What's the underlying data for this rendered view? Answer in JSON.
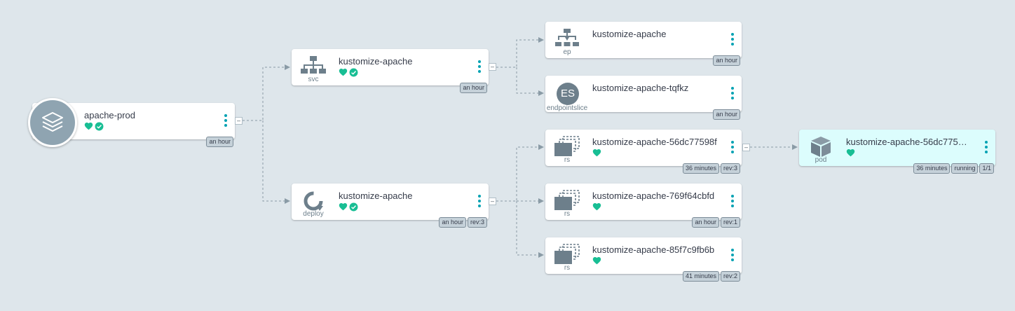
{
  "colors": {
    "background": "#dee6eb",
    "healthy": "#18be94",
    "menu": "#00a2b3",
    "icon": "#6d7f8b"
  },
  "nodes": {
    "app": {
      "name": "apache-prod",
      "icon": "layers-icon",
      "badges": [
        "an hour"
      ]
    },
    "svc": {
      "name": "kustomize-apache",
      "kind": "svc",
      "icon": "network-icon",
      "badges": [
        "an hour"
      ]
    },
    "deploy": {
      "name": "kustomize-apache",
      "kind": "deploy",
      "icon": "sync-icon",
      "badges": [
        "an hour",
        "rev:3"
      ]
    },
    "ep": {
      "name": "kustomize-apache",
      "kind": "ep",
      "icon": "endpoints-icon",
      "badges": [
        "an hour"
      ]
    },
    "endpointslice": {
      "name": "kustomize-apache-tqfkz",
      "kind": "endpointslice",
      "icon_text": "ES",
      "badges": [
        "an hour"
      ]
    },
    "rs1": {
      "name": "kustomize-apache-56dc77598f",
      "kind": "rs",
      "icon": "replicaset-icon",
      "badges": [
        "36 minutes",
        "rev:3"
      ]
    },
    "rs2": {
      "name": "kustomize-apache-769f64cbfd",
      "kind": "rs",
      "icon": "replicaset-icon",
      "badges": [
        "an hour",
        "rev:1"
      ]
    },
    "rs3": {
      "name": "kustomize-apache-85f7c9fb6b",
      "kind": "rs",
      "icon": "replicaset-icon",
      "badges": [
        "41 minutes",
        "rev:2"
      ]
    },
    "pod": {
      "name": "kustomize-apache-56dc7759...",
      "kind": "pod",
      "icon": "cube-icon",
      "badges": [
        "36 minutes",
        "running",
        "1/1"
      ]
    }
  },
  "collapse_symbol": "–"
}
